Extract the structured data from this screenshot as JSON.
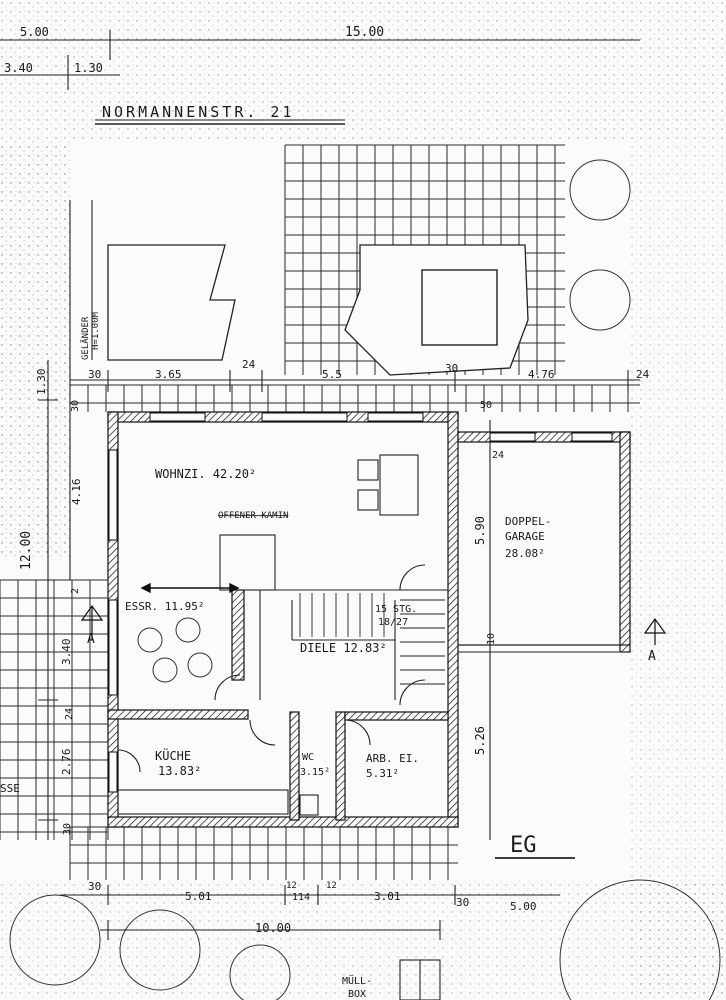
{
  "street": "NORMANNENSTR. 21",
  "floor_label": "EG",
  "rooms": {
    "wohnz": "WOHNZI. 42.20²",
    "kamin_label": "OFFENER KAMIN",
    "essr": "ESSR. 11.95²",
    "diele": "DIELE 12.83²",
    "stairs_line1": "15 STG.",
    "stairs_line2": "18/27",
    "kueche": "KÜCHE",
    "kueche_area": "13.83²",
    "wc": "WC",
    "wc_area": "3.15²",
    "arbei": "ARB. EI.",
    "arbei_area": "5.31²",
    "garage_line1": "DOPPEL-",
    "garage_line2": "GARAGE",
    "garage_area": "28.08²",
    "muell1": "MÜLL-",
    "muell2": "BOX",
    "terrasse": "SSE",
    "gelaender1": "GELÄNDER",
    "gelaender2": "H=1.00M"
  },
  "dims_top": {
    "d500": "5.00",
    "d1500": "15.00",
    "d340": "3.40",
    "d130": "1.30"
  },
  "dims_mid": {
    "d30": "30",
    "d365": "3.65",
    "d24a": "24",
    "d55": "5.5",
    "d30b": "30",
    "d476": "4.76",
    "d24b": "24",
    "d50": "50",
    "d24c": "24"
  },
  "dims_left": {
    "d130": "1.30",
    "d30": "30",
    "d416": "4.16",
    "d1200": "12.00",
    "d2": "2",
    "d340": "3.40",
    "d24": "24",
    "d276": "2.76",
    "d30b": "30"
  },
  "dims_right": {
    "d590": "5.90",
    "d10": "10",
    "d526": "5.26"
  },
  "dims_bottom": {
    "d30": "30",
    "d501": "5.01",
    "d12a": "12",
    "d114": "114",
    "d12b": "12",
    "d301": "3.01",
    "d30b": "30",
    "d500": "5.00",
    "d1000": "10.00"
  },
  "section_marker": "A"
}
